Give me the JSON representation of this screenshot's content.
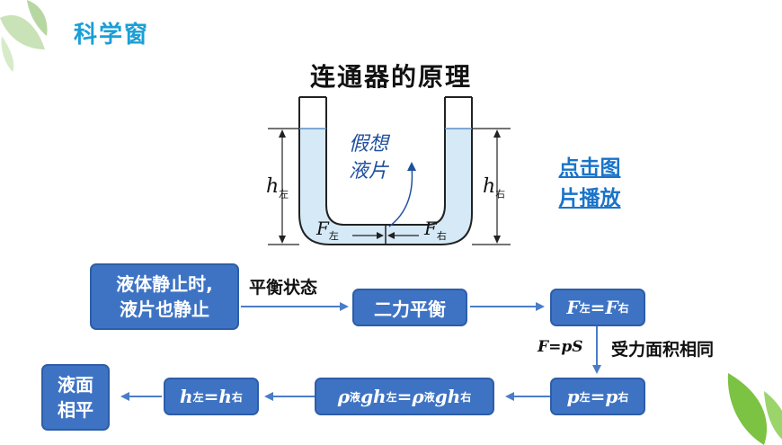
{
  "section_title": "科学窗",
  "main_title": "连通器的原理",
  "play_link": {
    "line1": "点击图",
    "line2": "片播放"
  },
  "diagram": {
    "h_left": "h",
    "h_left_sub": "左",
    "h_right": "h",
    "h_right_sub": "右",
    "f_left": "F",
    "f_left_sub": "左",
    "f_right": "F",
    "f_right_sub": "右",
    "note_line1": "假想",
    "note_line2": "液片"
  },
  "flow": {
    "box1_line1": "液体静止时,",
    "box1_line2": "液片也静止",
    "label_balance": "平衡状态",
    "box2": "二力平衡",
    "box3": {
      "a": "F",
      "a_sub": "左",
      "eq": "=",
      "b": "F",
      "b_sub": "右"
    },
    "label_formula": "F=pS",
    "label_area": "受力面积相同",
    "box4": {
      "a": "p",
      "a_sub": "左",
      "eq": "=",
      "b": "p",
      "b_sub": "右"
    },
    "box5": {
      "a": "ρ",
      "a_sub": "液",
      "g": "gh",
      "g_sub": "左",
      "eq": "=",
      "b": "ρ",
      "b_sub": "液",
      "h": "gh",
      "h_sub": "右"
    },
    "box6": {
      "a": "h",
      "a_sub": "左",
      "eq": "=",
      "b": "h",
      "b_sub": "右"
    },
    "box7_line1": "液面",
    "box7_line2": "相平"
  },
  "colors": {
    "accent": "#1a9fd6",
    "box": "#3e73c4",
    "arrow": "#4a7dc9",
    "liquid": "#d5e9f7"
  }
}
